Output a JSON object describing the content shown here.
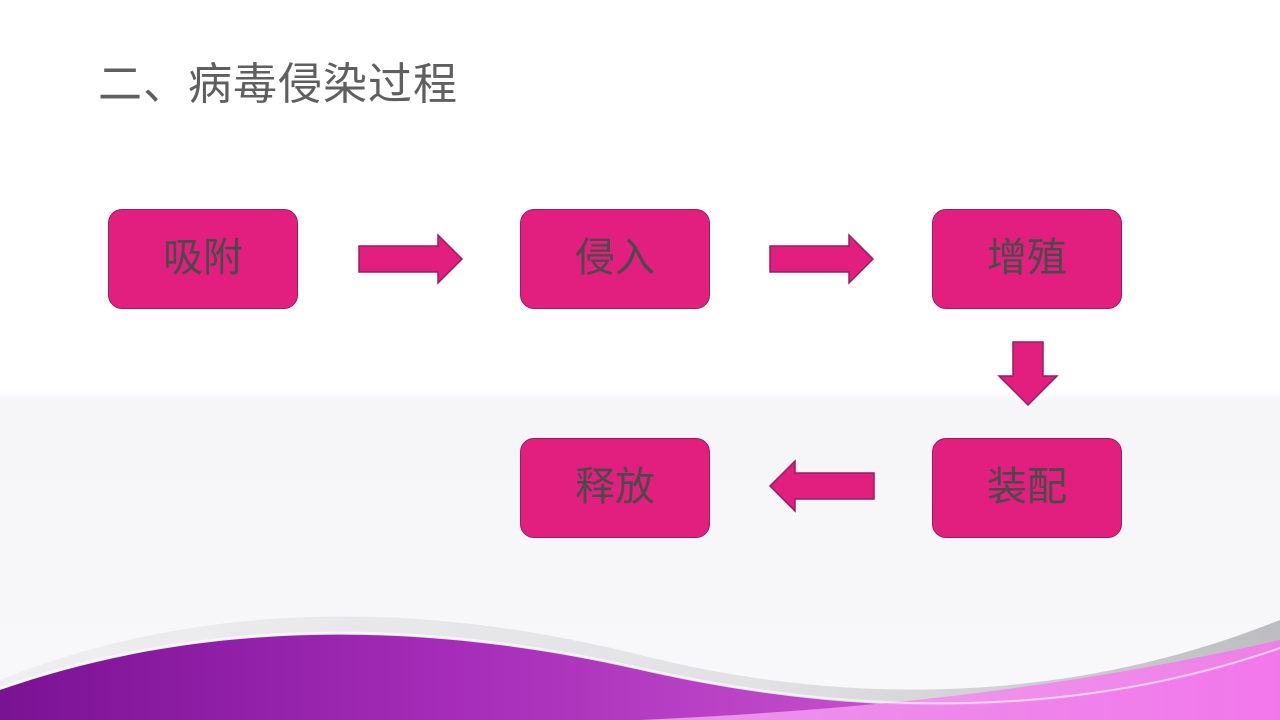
{
  "slide": {
    "title": "二、病毒侵染过程"
  },
  "flow": {
    "steps": [
      {
        "label": "吸附"
      },
      {
        "label": "侵入"
      },
      {
        "label": "增殖"
      },
      {
        "label": "装配"
      },
      {
        "label": "释放"
      }
    ],
    "arrows": [
      "right",
      "right",
      "down",
      "left"
    ]
  },
  "colors": {
    "box_fill": "#e21f7e",
    "box_border": "#9a1d5f",
    "box_text": "#4a4a4a",
    "title_text": "#5f5f5f",
    "wave_purple": "#8a169e",
    "wave_pink": "#f078e8"
  }
}
